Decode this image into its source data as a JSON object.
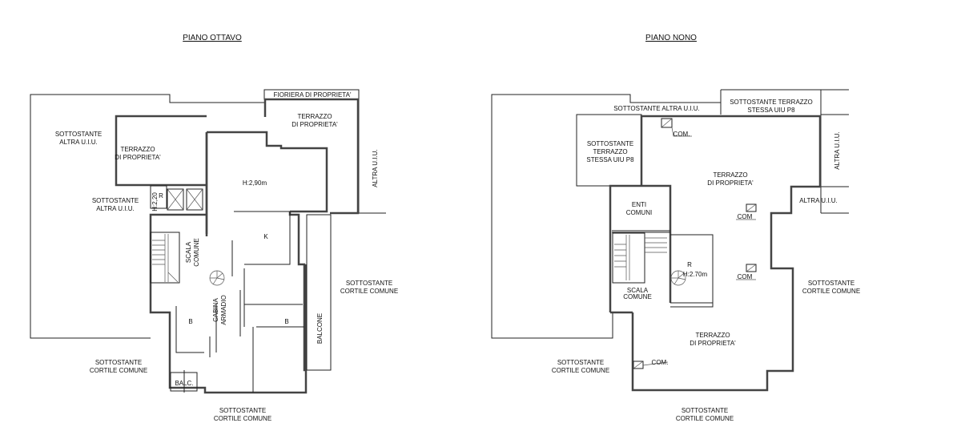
{
  "floors": [
    {
      "title": "PIANO OTTAVO",
      "labels": {
        "fioriera": "FIORIERA DI PROPRIETA'",
        "terrazzo_right": [
          "TERRAZZO",
          "DI PROPRIETA'"
        ],
        "terrazzo_left": [
          "TERRAZZO",
          "DI PROPRIETA'"
        ],
        "altra_uiu_top": [
          "SOTTOSTANTE",
          "ALTRA U.I.U."
        ],
        "altra_uiu_mid": [
          "SOTTOSTANTE",
          "ALTRA U.I.U."
        ],
        "altra_uiu_right": "ALTRA U.I.U.",
        "height_main": "H:2,90m",
        "height_r": "H:2,20",
        "r": "R",
        "k": "K",
        "scala": [
          "SCALA",
          "COMUNE"
        ],
        "cabina": [
          "CABINA",
          "ARMADIO"
        ],
        "b_left": "B",
        "b_right": "B",
        "balcone": "BALCONE",
        "balc": "BALC.",
        "cortile_right": [
          "SOTTOSTANTE",
          "CORTILE COMUNE"
        ],
        "cortile_left": [
          "SOTTOSTANTE",
          "CORTILE COMUNE"
        ],
        "cortile_bottom": [
          "SOTTOSTANTE",
          "CORTILE COMUNE"
        ]
      }
    },
    {
      "title": "PIANO NONO",
      "labels": {
        "altra_uiu_top": "SOTTOSTANTE ALTRA U.I.U.",
        "terrazzo_p8_top": [
          "SOTTOSTANTE TERRAZZO",
          "STESSA UIU P8"
        ],
        "terrazzo_p8_left": [
          "SOTTOSTANTE",
          "TERRAZZO",
          "STESSA UIU P8"
        ],
        "altra_uiu_vert": "ALTRA U.I.U.",
        "altra_uiu_right": "ALTRA U.I.U.",
        "terrazzo_main": [
          "TERRAZZO",
          "DI PROPRIETA'"
        ],
        "terrazzo_lower": [
          "TERRAZZO",
          "DI PROPRIETA'"
        ],
        "enti": [
          "ENTI",
          "COMUNI"
        ],
        "r": "R",
        "height_r": "H:2.70m",
        "scala": [
          "SCALA",
          "COMUNE"
        ],
        "com1": "COM.",
        "com2": "COM",
        "com3": "COM",
        "com4": "COM.",
        "cortile_right": [
          "SOTTOSTANTE",
          "CORTILE COMUNE"
        ],
        "cortile_left": [
          "SOTTOSTANTE",
          "CORTILE COMUNE"
        ],
        "cortile_bottom": [
          "SOTTOSTANTE",
          "CORTILE COMUNE"
        ]
      }
    }
  ]
}
